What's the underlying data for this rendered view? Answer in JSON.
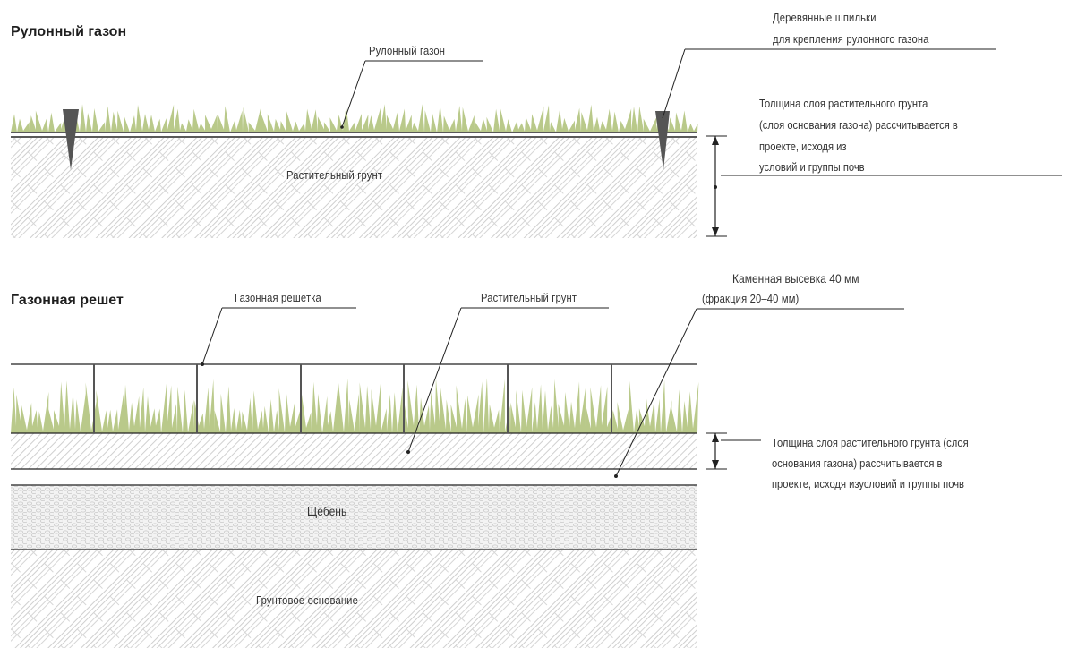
{
  "section1": {
    "title": "Рулонный газон",
    "label_turf": "Рулонный газон",
    "label_soil": "Растительный грунт",
    "pins_line1": "Деревянные шпильки",
    "pins_line2": "для крепления рулонного газона",
    "thickness_note": [
      "Толщина слоя растительного грунта",
      "(слоя основания газона) рассчитывается в",
      "проекте, исходя из",
      "условий и группы почв"
    ]
  },
  "section2": {
    "title": "Газонная решет",
    "label_grid": "Газонная решетка",
    "label_soil": "Растительный грунт",
    "label_stone_line1": "Каменная высевка 40 мм",
    "label_stone_line2": "(фракция 20–40 мм)",
    "label_gravel": "Щебень",
    "label_base": "Грунтовое основание",
    "thickness_note": [
      "Толщина слоя растительного грунта (слоя",
      "основания газона) рассчитывается в",
      "проекте, исходя изусловий и группы почв"
    ]
  },
  "colors": {
    "grass": "#b9c98a",
    "grass_dark": "#9fb266",
    "hatch": "#c9c9c9",
    "line": "#222222",
    "pin": "#555555"
  }
}
